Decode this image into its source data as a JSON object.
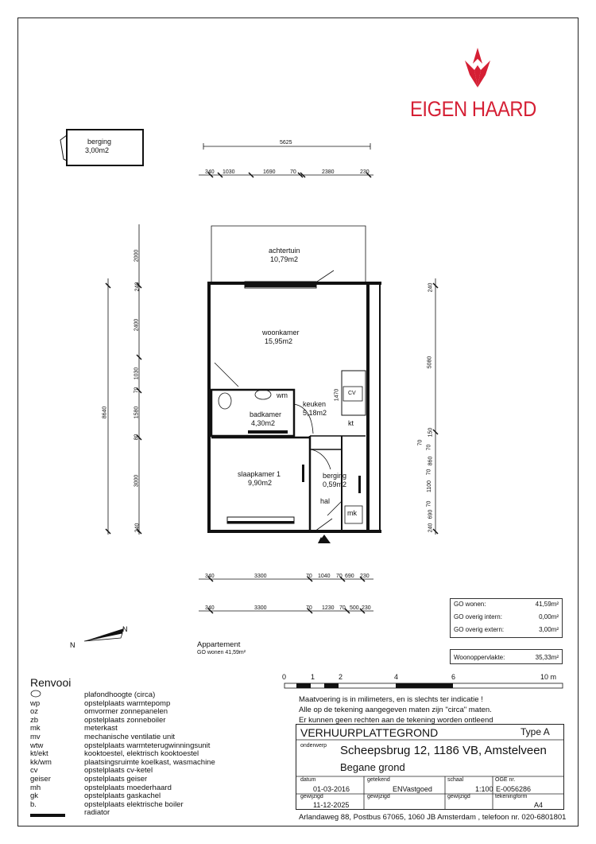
{
  "brand": {
    "name": "EIGEN HAARD",
    "color": "#d51f34"
  },
  "berging_outside": {
    "name": "berging",
    "area": "3,00m2"
  },
  "dims_top": {
    "overall": "5625",
    "segments": [
      "340",
      "1030",
      "1690",
      "70",
      "2380",
      "230"
    ]
  },
  "dims_bottom1": [
    "340",
    "3300",
    "70",
    "1040",
    "70",
    "690",
    "230"
  ],
  "dims_bottom2": [
    "340",
    "3300",
    "70",
    "1230",
    "70",
    "500",
    "230"
  ],
  "dims_left": {
    "overall": "8640",
    "segments": [
      "2000",
      "240",
      "2400",
      "1030",
      "70",
      "1580",
      "80",
      "3000",
      "240"
    ]
  },
  "dims_right": {
    "segments": [
      "240",
      "5080",
      "70",
      "150",
      "70",
      "860",
      "70",
      "1100",
      "70",
      "690",
      "240"
    ],
    "kitchen": "1470"
  },
  "rooms": {
    "achtertuin": {
      "name": "achtertuin",
      "area": "10,79m2"
    },
    "woonkamer": {
      "name": "woonkamer",
      "area": "15,95m2"
    },
    "keuken": {
      "name": "keuken",
      "area": "5,18m2"
    },
    "badkamer": {
      "name": "badkamer",
      "area": "4,30m2"
    },
    "slaapkamer": {
      "name": "slaapkamer 1",
      "area": "9,90m2"
    },
    "berging": {
      "name": "berging",
      "area": "0,59m2"
    },
    "hal": "hal"
  },
  "fixtures": {
    "wm": "wm",
    "kt": "kt",
    "cv": "CV",
    "mk": "mk"
  },
  "appartement": {
    "title": "Appartement",
    "go": "GO wonen 41,59m²"
  },
  "summary": [
    {
      "label": "GO wonen:",
      "value": "41,59m²"
    },
    {
      "label": "GO overig intern:",
      "value": "0,00m²"
    },
    {
      "label": "GO overig extern:",
      "value": "3,00m²"
    }
  ],
  "woonoppervlakte": {
    "label": "Woonoppervlakte:",
    "value": "35,33m²"
  },
  "scale_labels": [
    "0",
    "1",
    "2",
    "4",
    "6",
    "10 m"
  ],
  "legend": {
    "title": "Renvooi",
    "items": [
      {
        "code": "",
        "text": "plafondhoogte (circa)"
      },
      {
        "code": "wp",
        "text": "opstelplaats warmtepomp"
      },
      {
        "code": "oz",
        "text": "omvormer zonnepanelen"
      },
      {
        "code": "zb",
        "text": "opstelplaats zonneboiler"
      },
      {
        "code": "mk",
        "text": "meterkast"
      },
      {
        "code": "mv",
        "text": "mechanische ventilatie unit"
      },
      {
        "code": "wtw",
        "text": "opstelplaats warmteterugwinningsunit"
      },
      {
        "code": "kt/ekt",
        "text": "kooktoestel, elektrisch kooktoestel"
      },
      {
        "code": "kk/wm",
        "text": "plaatsingsruimte koelkast, wasmachine"
      },
      {
        "code": "cv",
        "text": "opstelplaats cv-ketel"
      },
      {
        "code": "geiser",
        "text": "opstelplaats geiser"
      },
      {
        "code": "mh",
        "text": "opstelplaats moederhaard"
      },
      {
        "code": "gk",
        "text": "opstelplaats gaskachel"
      },
      {
        "code": "b.",
        "text": "opstelplaats elektrische boiler"
      },
      {
        "code": "",
        "text": "radiator"
      }
    ]
  },
  "notes": [
    "Maatvoering is in milimeters, en is slechts ter indicatie !",
    "Alle op de tekening aangegeven maten zijn \"circa\" maten.",
    "Er kunnen geen rechten aan de tekening worden ontleend"
  ],
  "titleblock": {
    "title": "VERHUURPLATTEGROND",
    "type": "Type A",
    "onderwerp_label": "onderwerp",
    "address": "Scheepsbrug 12, 1186 VB, Amstelveen",
    "floor": "Begane grond",
    "datum_label": "datum",
    "datum": "01-03-2016",
    "getekend_label": "getekend",
    "getekend": "ENVastgoed",
    "schaal_label": "schaal",
    "schaal": "1:100",
    "oge_label": "OGE nr.",
    "oge": "E-0056286",
    "gewijzigd_label": "gewijzigd",
    "gewijzigd": "11-12-2025",
    "gewijzigd2_label": "gewijzigd",
    "gewijzigd3_label": "gewijzigd",
    "formaat_label": "tekeningform",
    "formaat": "A4",
    "footer": "Arlandaweg 88, Postbus 67065, 1060 JB Amsterdam , telefoon nr. 020-6801801"
  }
}
